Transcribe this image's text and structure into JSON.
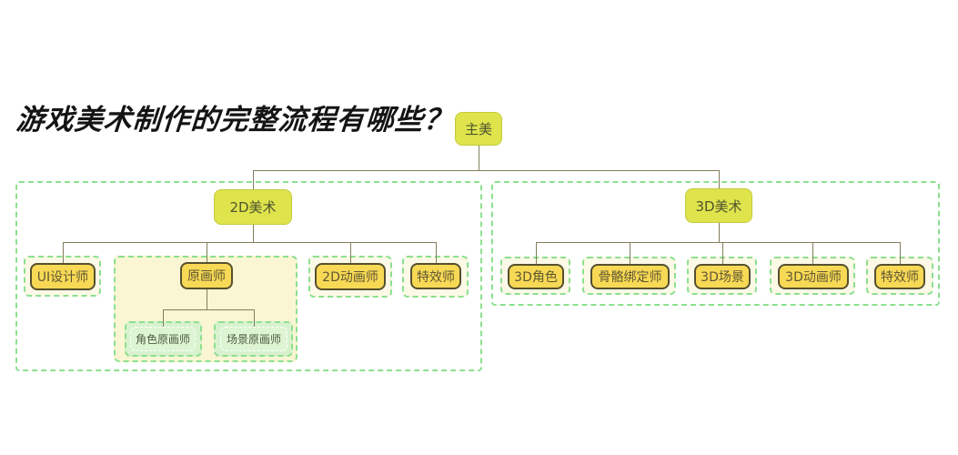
{
  "title": "游戏美术制作的完整流程有哪些？",
  "colors": {
    "branch_fill": "#dfe44c",
    "branch_border": "#c3cb3e",
    "leaf_fill": "#f8d955",
    "leaf_border": "#55502e",
    "boundary_dash": "#8ce08f",
    "leaf_boundary_fill": "#fcf9e7",
    "group_boundary_fill": "#faf5d3",
    "subleaf_boundary_fill": "#d9f2ce",
    "subleaf_fill": "#def5d3",
    "connector": "#827d5c"
  },
  "tree": {
    "root": {
      "label": "主美"
    },
    "branches": [
      {
        "label": "2D美术",
        "children": [
          {
            "label": "UI设计师"
          },
          {
            "label": "原画师",
            "children": [
              {
                "label": "角色原画师"
              },
              {
                "label": "场景原画师"
              }
            ]
          },
          {
            "label": "2D动画师"
          },
          {
            "label": "特效师"
          }
        ]
      },
      {
        "label": "3D美术",
        "children": [
          {
            "label": "3D角色"
          },
          {
            "label": "骨骼绑定师"
          },
          {
            "label": "3D场景"
          },
          {
            "label": "3D动画师"
          },
          {
            "label": "特效师"
          }
        ]
      }
    ]
  }
}
